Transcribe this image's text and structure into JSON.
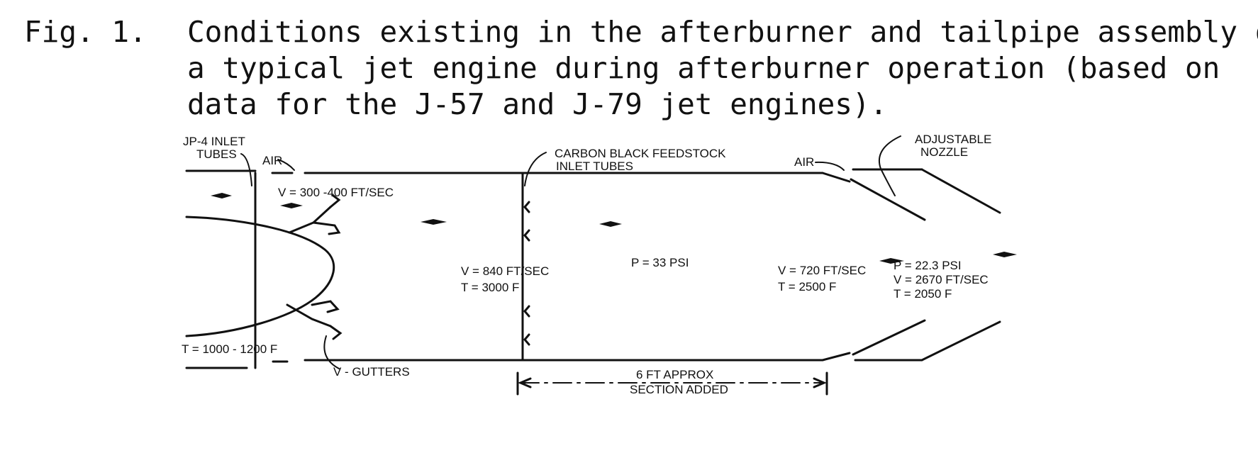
{
  "caption": {
    "label": "Fig. 1.",
    "lines": [
      "Conditions existing in the afterburner and tailpipe assembly of",
      "a typical jet engine during afterburner operation (based on",
      "data for the J-57 and J-79 jet engines)."
    ]
  },
  "diagram": {
    "jp4_inlet_line1": "JP-4 INLET",
    "jp4_inlet_line2": "TUBES",
    "air_front": "AIR",
    "velocity_front": "V = 300 -400 FT/SEC",
    "temp_front": "T = 1000 - 1200 F",
    "v_gutters": "V - GUTTERS",
    "feedstock_line1": "CARBON BLACK FEEDSTOCK",
    "feedstock_line2": "INLET TUBES",
    "velocity_mid": "V = 840 FT/SEC",
    "temp_mid": "T = 3000 F",
    "pressure_mid": "P = 33 PSI",
    "velocity_rear": "V = 720 FT/SEC",
    "temp_rear": "T = 2500 F",
    "air_rear": "AIR",
    "nozzle_line1": "ADJUSTABLE",
    "nozzle_line2": "NOZZLE",
    "pressure_exit": "P = 22.3 PSI",
    "velocity_exit": "V = 2670 FT/SEC",
    "temp_exit": "T = 2050 F",
    "section_line1": "6 FT APPROX",
    "section_line2": "SECTION ADDED"
  }
}
